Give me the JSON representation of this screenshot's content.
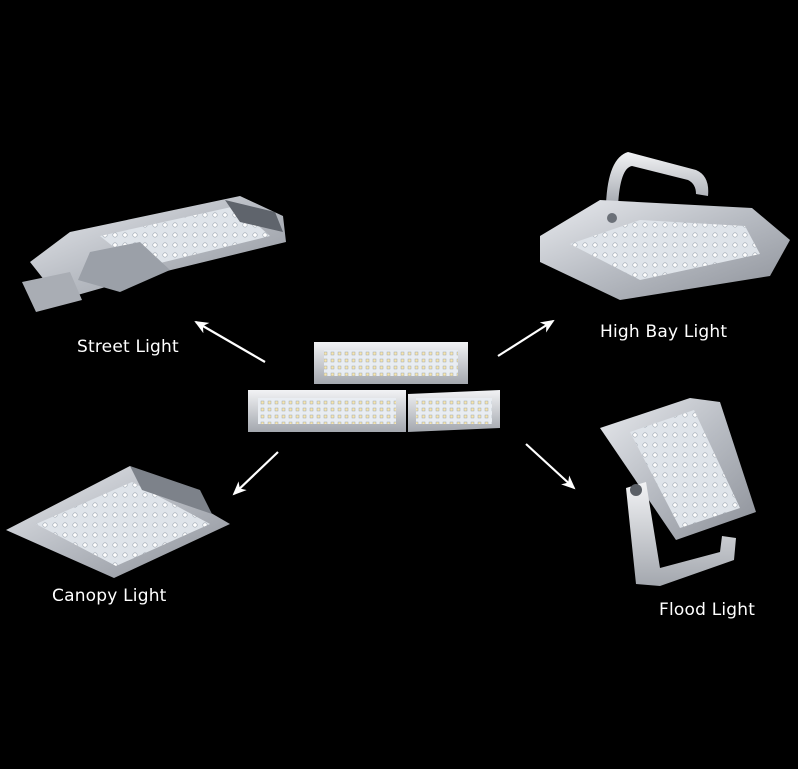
{
  "labels": {
    "street": "Street Light",
    "high_bay": "High Bay Light",
    "canopy": "Canopy Light",
    "flood": "Flood Light"
  },
  "colors": {
    "background": "#000000",
    "text": "#ffffff",
    "arrow": "#ffffff",
    "housing": "#c9ccd1",
    "led": "#eef2f7"
  }
}
